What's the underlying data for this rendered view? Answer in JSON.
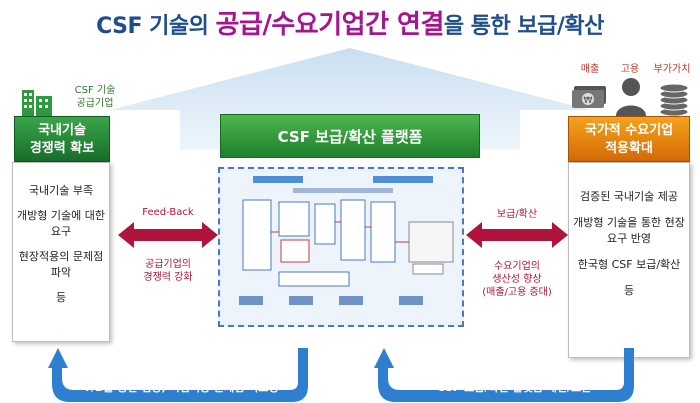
{
  "title": {
    "part1": "CSF 기술의 ",
    "part2": "공급/수요기업간 연결",
    "part3": "을 통한 보급/확산"
  },
  "left": {
    "icon_label_line1": "CSF 기술",
    "icon_label_line2": "공급기업",
    "header_line1": "국내기술",
    "header_line2": "경쟁력 확보",
    "items": [
      "국내기술 부족",
      "개방형 기술에 대한 요구",
      "현장적용의 문제점 파악",
      "등"
    ]
  },
  "center": {
    "header": "CSF 보급/확산 플랫폼"
  },
  "arrows": {
    "left_top": "Feed-Back",
    "left_bottom_line1": "공급기업의",
    "left_bottom_line2": "경쟁력 강화",
    "right_top": "보급/확산",
    "right_bottom_line1": "수요기업의",
    "right_bottom_line2": "생산성 향상",
    "right_bottom_line3": "(매출/고용 증대)"
  },
  "right": {
    "icon_labels": [
      "매출",
      "고용",
      "부가가치"
    ],
    "header_line1": "국가적 수요기업",
    "header_line2": "적용확대",
    "items": [
      "검증된 국내기술 제공",
      "개방형 기술을 통한 현장요구 반영",
      "한국형 CSF 보급/확산",
      "등"
    ]
  },
  "bottom": {
    "left": "T/B를 통한 검증, 시범적용 문제점 리포팅",
    "right": "CSF 보급/확산 플랫폼 개선/보완"
  },
  "colors": {
    "title_blue": "#1f4e8c",
    "title_purple": "#a4168e",
    "green": "#1f7f2c",
    "orange": "#e07a0c",
    "blue_arrow": "#2f7fd1",
    "crimson": "#b0143c"
  }
}
